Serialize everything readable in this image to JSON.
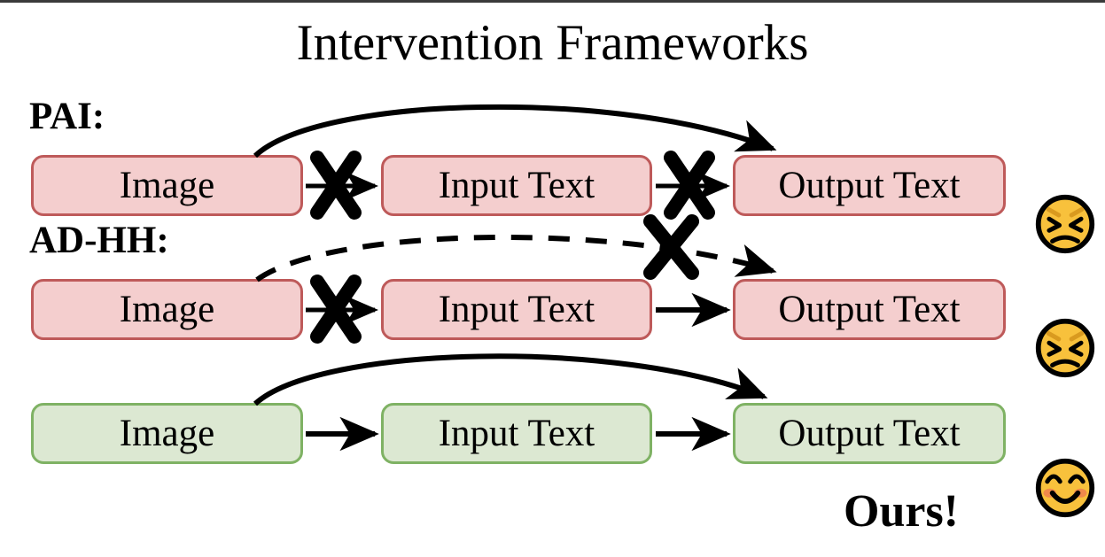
{
  "figure": {
    "title": "Intervention Frameworks",
    "top_rule_color": "#3a3a3a",
    "background": "#ffffff"
  },
  "palette": {
    "bad_fill": "#F4CECE",
    "bad_border": "#BE5A5A",
    "good_fill": "#DCE8D2",
    "good_border": "#7FB264",
    "emoji_yellow": "#F8C13C",
    "emoji_outline": "#000000",
    "emoji_brow": "#D99A1F",
    "emoji_cheek": "#F08A4B",
    "stroke": "#000000"
  },
  "rows": [
    {
      "label": "PAI:",
      "state": "bad",
      "nodes": [
        {
          "text": "Image"
        },
        {
          "text": "Input Text"
        },
        {
          "text": "Output Text"
        }
      ],
      "connections": [
        {
          "from": "Image",
          "to": "Input Text",
          "style": "solid",
          "blocked": true
        },
        {
          "from": "Input Text",
          "to": "Output Text",
          "style": "solid",
          "blocked": true
        },
        {
          "from": "Image",
          "to": "Output Text",
          "style": "solid-curve",
          "blocked": false
        }
      ],
      "verdict_emoji": "confounded-face"
    },
    {
      "label": "AD-HH:",
      "state": "bad",
      "nodes": [
        {
          "text": "Image"
        },
        {
          "text": "Input Text"
        },
        {
          "text": "Output Text"
        }
      ],
      "connections": [
        {
          "from": "Image",
          "to": "Input Text",
          "style": "solid",
          "blocked": true
        },
        {
          "from": "Input Text",
          "to": "Output Text",
          "style": "solid",
          "blocked": false
        },
        {
          "from": "Image",
          "to": "Output Text",
          "style": "dashed-curve",
          "blocked": true
        }
      ],
      "verdict_emoji": "confounded-face"
    },
    {
      "label": "",
      "state": "good",
      "nodes": [
        {
          "text": "Image"
        },
        {
          "text": "Input Text"
        },
        {
          "text": "Output Text"
        }
      ],
      "connections": [
        {
          "from": "Image",
          "to": "Input Text",
          "style": "solid",
          "blocked": false
        },
        {
          "from": "Input Text",
          "to": "Output Text",
          "style": "solid",
          "blocked": false
        },
        {
          "from": "Image",
          "to": "Output Text",
          "style": "solid-curve",
          "blocked": false
        }
      ],
      "verdict_emoji": "smiling-face-with-smiling-eyes",
      "callout": "Ours!"
    }
  ]
}
